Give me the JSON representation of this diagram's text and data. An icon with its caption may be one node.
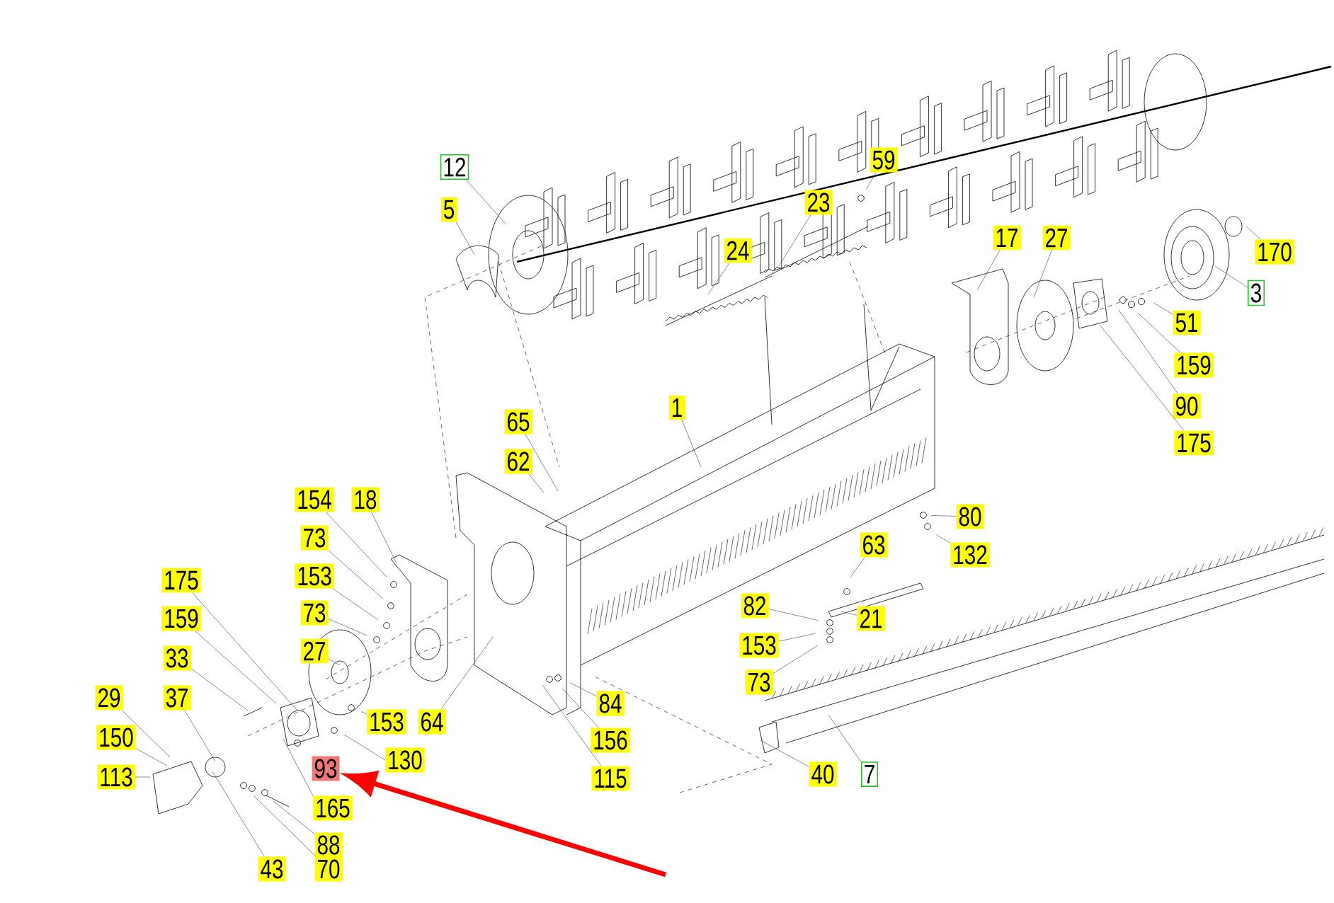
{
  "diagram": {
    "nodes": [
      {
        "text": [
          "12"
        ]
      },
      {
        "text": [
          "5"
        ]
      },
      {
        "text": [
          "59"
        ]
      },
      {
        "text": [
          "23"
        ]
      },
      {
        "text": [
          "24"
        ]
      },
      {
        "text": [
          "17"
        ]
      },
      {
        "text": [
          "27"
        ]
      },
      {
        "text": [
          "170"
        ]
      },
      {
        "text": [
          "3"
        ]
      },
      {
        "text": [
          "51"
        ]
      },
      {
        "text": [
          "159"
        ]
      },
      {
        "text": [
          "90"
        ]
      },
      {
        "text": [
          "175"
        ]
      },
      {
        "text": [
          "1"
        ]
      },
      {
        "text": [
          "65"
        ]
      },
      {
        "text": [
          "62"
        ]
      },
      {
        "text": [
          "80"
        ]
      },
      {
        "text": [
          "132"
        ]
      },
      {
        "text": [
          "63"
        ]
      },
      {
        "text": [
          "21"
        ]
      },
      {
        "text": [
          "82"
        ]
      },
      {
        "text": [
          "153"
        ]
      },
      {
        "text": [
          "73"
        ]
      },
      {
        "text": [
          "84"
        ]
      },
      {
        "text": [
          "156"
        ]
      },
      {
        "text": [
          "115"
        ]
      },
      {
        "text": [
          "40"
        ]
      },
      {
        "text": [
          "7"
        ]
      },
      {
        "text": [
          "154"
        ]
      },
      {
        "text": [
          "18"
        ]
      },
      {
        "text": [
          "73"
        ]
      },
      {
        "text": [
          "153"
        ]
      },
      {
        "text": [
          "73"
        ]
      },
      {
        "text": [
          "27"
        ]
      },
      {
        "text": [
          "175"
        ]
      },
      {
        "text": [
          "159"
        ]
      },
      {
        "text": [
          "33"
        ]
      },
      {
        "text": [
          "37"
        ]
      },
      {
        "text": [
          "29"
        ]
      },
      {
        "text": [
          "150"
        ]
      },
      {
        "text": [
          "113"
        ]
      },
      {
        "text": [
          "153"
        ]
      },
      {
        "text": [
          "64"
        ]
      },
      {
        "text": [
          "130"
        ]
      },
      {
        "text": [
          "93"
        ]
      },
      {
        "text": [
          "165"
        ]
      },
      {
        "text": [
          "88"
        ]
      },
      {
        "text": [
          "70"
        ]
      },
      {
        "text": [
          "43"
        ]
      }
    ],
    "edges": [
      {
        "from": 0,
        "to": null,
        "arrow": "none"
      },
      {
        "from": 1,
        "to": null,
        "arrow": "none"
      },
      {
        "from": 2,
        "to": null,
        "arrow": "none"
      },
      {
        "from": 3,
        "to": null,
        "arrow": "none"
      },
      {
        "from": 4,
        "to": null,
        "arrow": "none"
      },
      {
        "from": 5,
        "to": null,
        "arrow": "none"
      },
      {
        "from": 6,
        "to": null,
        "arrow": "none"
      },
      {
        "from": 7,
        "to": null,
        "arrow": "none"
      },
      {
        "from": 8,
        "to": null,
        "arrow": "none"
      },
      {
        "from": 9,
        "to": null,
        "arrow": "none"
      },
      {
        "from": 10,
        "to": null,
        "arrow": "none"
      },
      {
        "from": 11,
        "to": null,
        "arrow": "none"
      },
      {
        "from": 12,
        "to": null,
        "arrow": "none"
      },
      {
        "from": 13,
        "to": null,
        "arrow": "none"
      },
      {
        "from": 14,
        "to": null,
        "arrow": "none"
      },
      {
        "from": 15,
        "to": null,
        "arrow": "none"
      },
      {
        "from": 16,
        "to": null,
        "arrow": "none"
      },
      {
        "from": 17,
        "to": null,
        "arrow": "none"
      },
      {
        "from": 18,
        "to": null,
        "arrow": "none"
      },
      {
        "from": 19,
        "to": null,
        "arrow": "none"
      },
      {
        "from": 20,
        "to": null,
        "arrow": "none"
      },
      {
        "from": 21,
        "to": null,
        "arrow": "none"
      },
      {
        "from": 22,
        "to": null,
        "arrow": "none"
      },
      {
        "from": 23,
        "to": null,
        "arrow": "none"
      },
      {
        "from": 24,
        "to": null,
        "arrow": "none"
      },
      {
        "from": 25,
        "to": null,
        "arrow": "none"
      },
      {
        "from": 26,
        "to": null,
        "arrow": "none"
      },
      {
        "from": 27,
        "to": null,
        "arrow": "none"
      },
      {
        "from": 28,
        "to": null,
        "arrow": "none"
      },
      {
        "from": 29,
        "to": null,
        "arrow": "none"
      },
      {
        "from": 30,
        "to": null,
        "arrow": "none"
      },
      {
        "from": 31,
        "to": null,
        "arrow": "none"
      },
      {
        "from": 32,
        "to": null,
        "arrow": "none"
      },
      {
        "from": 33,
        "to": null,
        "arrow": "none"
      },
      {
        "from": 34,
        "to": null,
        "arrow": "none"
      },
      {
        "from": 35,
        "to": null,
        "arrow": "none"
      },
      {
        "from": 36,
        "to": null,
        "arrow": "none"
      },
      {
        "from": 37,
        "to": null,
        "arrow": "none"
      },
      {
        "from": 38,
        "to": null,
        "arrow": "none"
      },
      {
        "from": 39,
        "to": null,
        "arrow": "none"
      },
      {
        "from": 40,
        "to": null,
        "arrow": "none"
      },
      {
        "from": 41,
        "to": null,
        "arrow": "none"
      },
      {
        "from": 42,
        "to": null,
        "arrow": "none"
      },
      {
        "from": 43,
        "to": null,
        "arrow": "none"
      },
      {
        "from": 45,
        "to": null,
        "arrow": "none"
      },
      {
        "from": 46,
        "to": null,
        "arrow": "none"
      },
      {
        "from": 47,
        "to": null,
        "arrow": "none"
      },
      {
        "from": 48,
        "to": null,
        "arrow": "none"
      },
      {
        "from": null,
        "to": 44,
        "arrow": "to",
        "style": "thick",
        "color": "#ff0000"
      }
    ]
  }
}
